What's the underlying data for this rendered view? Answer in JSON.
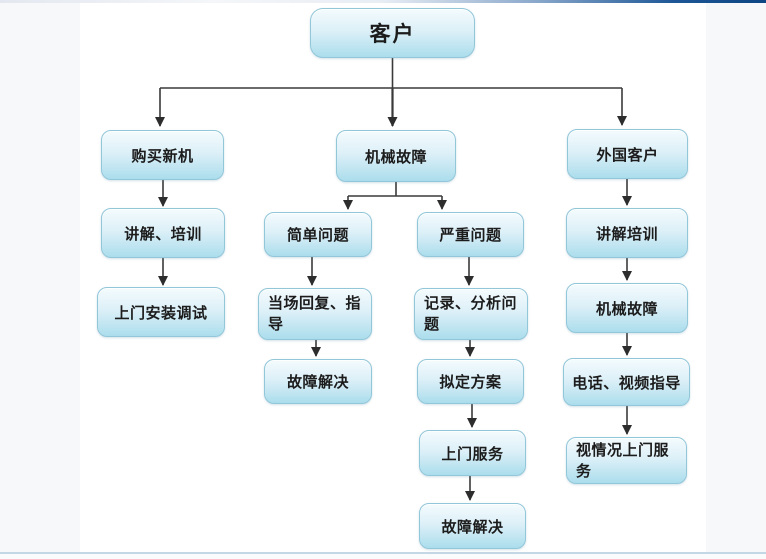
{
  "flowchart": {
    "type": "flowchart",
    "nodes": {
      "customer": "客户",
      "buy_new_machine": "购买新机",
      "training": "讲解、培训",
      "onsite_install_debug": "上门安装调试",
      "mechanical_fault": "机械故障",
      "simple_problem": "简单问题",
      "serious_problem": "严重问题",
      "onsite_reply_guide": "当场回复、指导",
      "fault_resolved_simple": "故障解决",
      "record_analyze_problem": "记录、分析问题",
      "draft_plan": "拟定方案",
      "onsite_service": "上门服务",
      "fault_resolved_serious": "故障解决",
      "foreign_customer": "外国客户",
      "training_foreign": "讲解培训",
      "mechanical_fault_foreign": "机械故障",
      "phone_video_guide": "电话、视频指导",
      "onsite_service_case": "视情况上门服务"
    },
    "edges": [
      {
        "from": "customer",
        "to": "buy_new_machine"
      },
      {
        "from": "customer",
        "to": "mechanical_fault"
      },
      {
        "from": "customer",
        "to": "foreign_customer"
      },
      {
        "from": "buy_new_machine",
        "to": "training"
      },
      {
        "from": "training",
        "to": "onsite_install_debug"
      },
      {
        "from": "mechanical_fault",
        "to": "simple_problem"
      },
      {
        "from": "mechanical_fault",
        "to": "serious_problem"
      },
      {
        "from": "simple_problem",
        "to": "onsite_reply_guide"
      },
      {
        "from": "onsite_reply_guide",
        "to": "fault_resolved_simple"
      },
      {
        "from": "serious_problem",
        "to": "record_analyze_problem"
      },
      {
        "from": "record_analyze_problem",
        "to": "draft_plan"
      },
      {
        "from": "draft_plan",
        "to": "onsite_service"
      },
      {
        "from": "onsite_service",
        "to": "fault_resolved_serious"
      },
      {
        "from": "foreign_customer",
        "to": "training_foreign"
      },
      {
        "from": "training_foreign",
        "to": "mechanical_fault_foreign"
      },
      {
        "from": "mechanical_fault_foreign",
        "to": "phone_video_guide"
      },
      {
        "from": "phone_video_guide",
        "to": "onsite_service_case"
      }
    ],
    "colors": {
      "node_fill_top": "#f4fbfd",
      "node_fill_bottom": "#abddec",
      "node_border": "#92c6d9",
      "node_text": "#1c1c1c",
      "connector": "#3a3a3a",
      "arrowhead": "#2d2d2d",
      "top_bar_right": "#0e4583",
      "bottom_divider": "#c4d7e5",
      "page_margin": "#f7f8fa",
      "page_background": "#ffffff"
    }
  }
}
